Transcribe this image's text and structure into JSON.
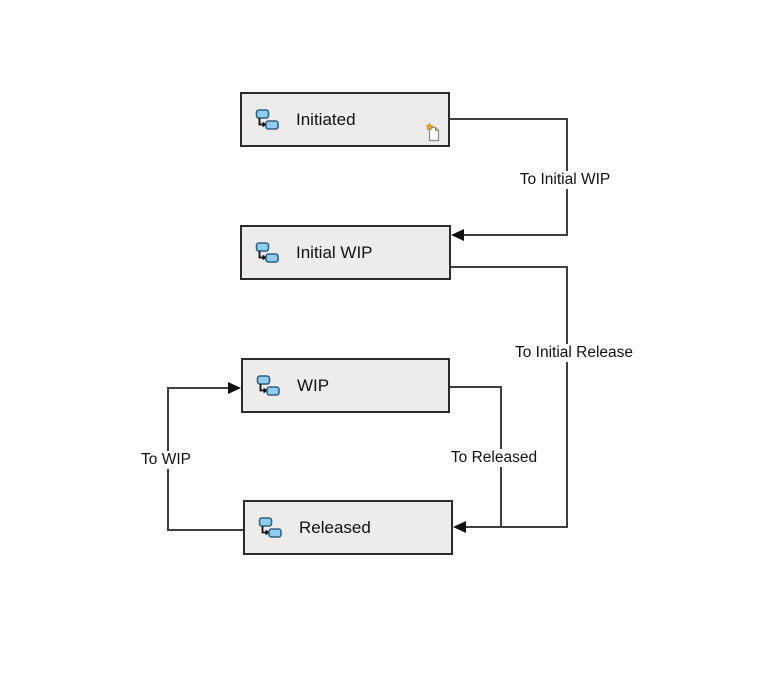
{
  "diagram": {
    "type": "workflow-state-diagram",
    "states": [
      {
        "id": "initiated",
        "label": "Initiated",
        "has_new_badge": true
      },
      {
        "id": "initial-wip",
        "label": "Initial WIP",
        "has_new_badge": false
      },
      {
        "id": "wip",
        "label": "WIP",
        "has_new_badge": false
      },
      {
        "id": "released",
        "label": "Released",
        "has_new_badge": false
      }
    ],
    "transitions": [
      {
        "label": "To Initial WIP",
        "from": "initiated",
        "to": "initial-wip"
      },
      {
        "label": "To Initial Release",
        "from": "initial-wip",
        "to": "released"
      },
      {
        "label": "To Released",
        "from": "wip",
        "to": "released"
      },
      {
        "label": "To WIP",
        "from": "released",
        "to": "wip"
      }
    ],
    "icons": {
      "state_icon": "workflow-state-icon",
      "badge_icon": "new-object-icon"
    },
    "colors": {
      "background": "#ffffff",
      "box_fill": "#edecea",
      "box_border": "#2b2b2b",
      "line": "#3f3f3f",
      "arrowhead": "#111111",
      "text": "#111111",
      "icon_node_fill": "#8fcdee",
      "icon_node_border": "#2d6285",
      "badge_star": "#f5a623"
    }
  }
}
